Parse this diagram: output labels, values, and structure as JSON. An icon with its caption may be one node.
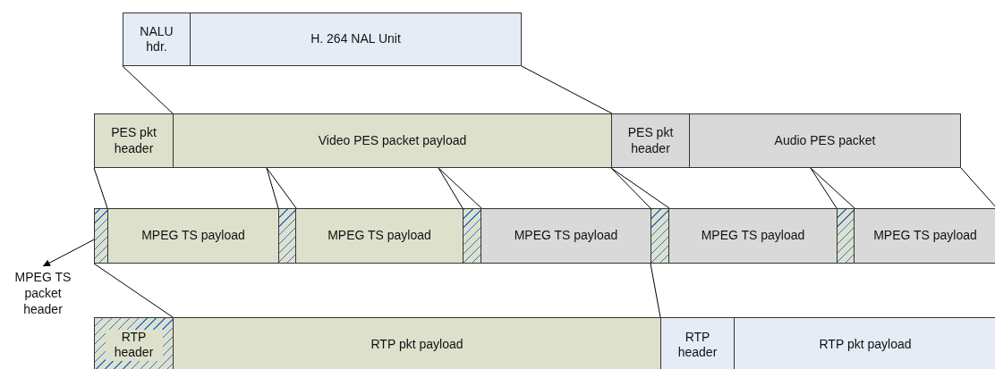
{
  "diagram": {
    "nodes": [
      {
        "text": [
          "NALU hdr."
        ]
      },
      {
        "text": [
          "H. 264 NAL Unit"
        ]
      },
      {
        "text": [
          "PES pkt header"
        ]
      },
      {
        "text": [
          "Video PES packet payload"
        ]
      },
      {
        "text": [
          "PES pkt header"
        ]
      },
      {
        "text": [
          "Audio PES packet"
        ]
      },
      {
        "text": [],
        "shape": "box"
      },
      {
        "text": [
          "MPEG TS payload"
        ]
      },
      {
        "text": [],
        "shape": "box"
      },
      {
        "text": [
          "MPEG TS payload"
        ]
      },
      {
        "text": [],
        "shape": "box"
      },
      {
        "text": [
          "MPEG TS payload"
        ]
      },
      {
        "text": [],
        "shape": "box"
      },
      {
        "text": [
          "MPEG TS payload"
        ]
      },
      {
        "text": [],
        "shape": "box"
      },
      {
        "text": [
          "MPEG TS payload"
        ]
      },
      {
        "text": [
          "MPEG TS packet header"
        ]
      },
      {
        "text": [
          "RTP header"
        ]
      },
      {
        "text": [
          "RTP pkt payload"
        ]
      },
      {
        "text": [
          "RTP header"
        ]
      },
      {
        "text": [
          "RTP pkt payload"
        ]
      }
    ],
    "edges": [
      {
        "from": 0,
        "to": 3,
        "arrow": "none"
      },
      {
        "from": 1,
        "to": 3,
        "arrow": "none"
      },
      {
        "from": 2,
        "to": 7,
        "arrow": "none"
      },
      {
        "from": 3,
        "to": 8,
        "arrow": "none"
      },
      {
        "from": 3,
        "to": 8,
        "arrow": "none"
      },
      {
        "from": 3,
        "to": 10,
        "arrow": "none"
      },
      {
        "from": 3,
        "to": 10,
        "arrow": "none"
      },
      {
        "from": 4,
        "to": 12,
        "arrow": "none"
      },
      {
        "from": 4,
        "to": 12,
        "arrow": "none"
      },
      {
        "from": 5,
        "to": 14,
        "arrow": "none"
      },
      {
        "from": 5,
        "to": 14,
        "arrow": "none"
      },
      {
        "from": 5,
        "to": 15,
        "arrow": "none"
      },
      {
        "from": 6,
        "to": 16,
        "arrow": "to"
      },
      {
        "from": 6,
        "to": 18,
        "arrow": "none"
      },
      {
        "from": 12,
        "to": 19,
        "arrow": "none"
      }
    ]
  }
}
